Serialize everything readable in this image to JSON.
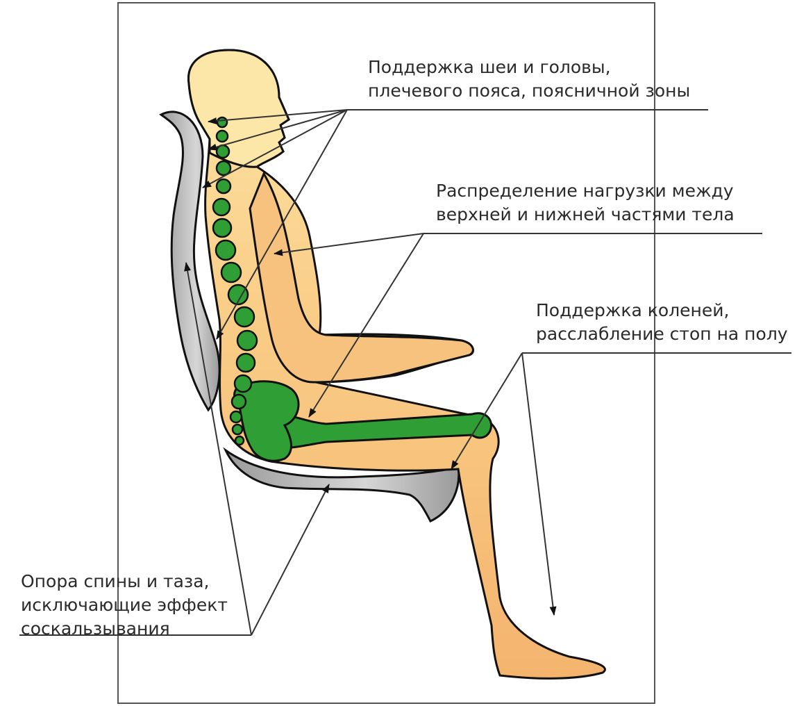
{
  "diagram": {
    "colors": {
      "background": "#ffffff",
      "frame": "#555555",
      "outline": "#111111",
      "skin_light": "#fde3a4",
      "skin_mid": "#f9cc86",
      "skin_dark": "#f4b46e",
      "bone": "#2e9e35",
      "bone_dark": "#1e7a24",
      "chair": "#9a9a9a",
      "chair_light": "#d6d6d6",
      "leader": "#333333"
    },
    "labels": {
      "neck_support": {
        "lines": [
          "Поддержка шеи и головы,",
          "плечевого пояса, поясничной зоны"
        ]
      },
      "load_distribution": {
        "lines": [
          "Распределение нагрузки между",
          "верхней и нижней частями тела"
        ]
      },
      "knee_support": {
        "lines": [
          "Поддержка коленей,",
          "расслабление стоп на полу"
        ]
      },
      "back_support": {
        "lines": [
          "Опора спины и  таза,",
          "исключающие эффект",
          "соскальзывания"
        ]
      }
    }
  }
}
